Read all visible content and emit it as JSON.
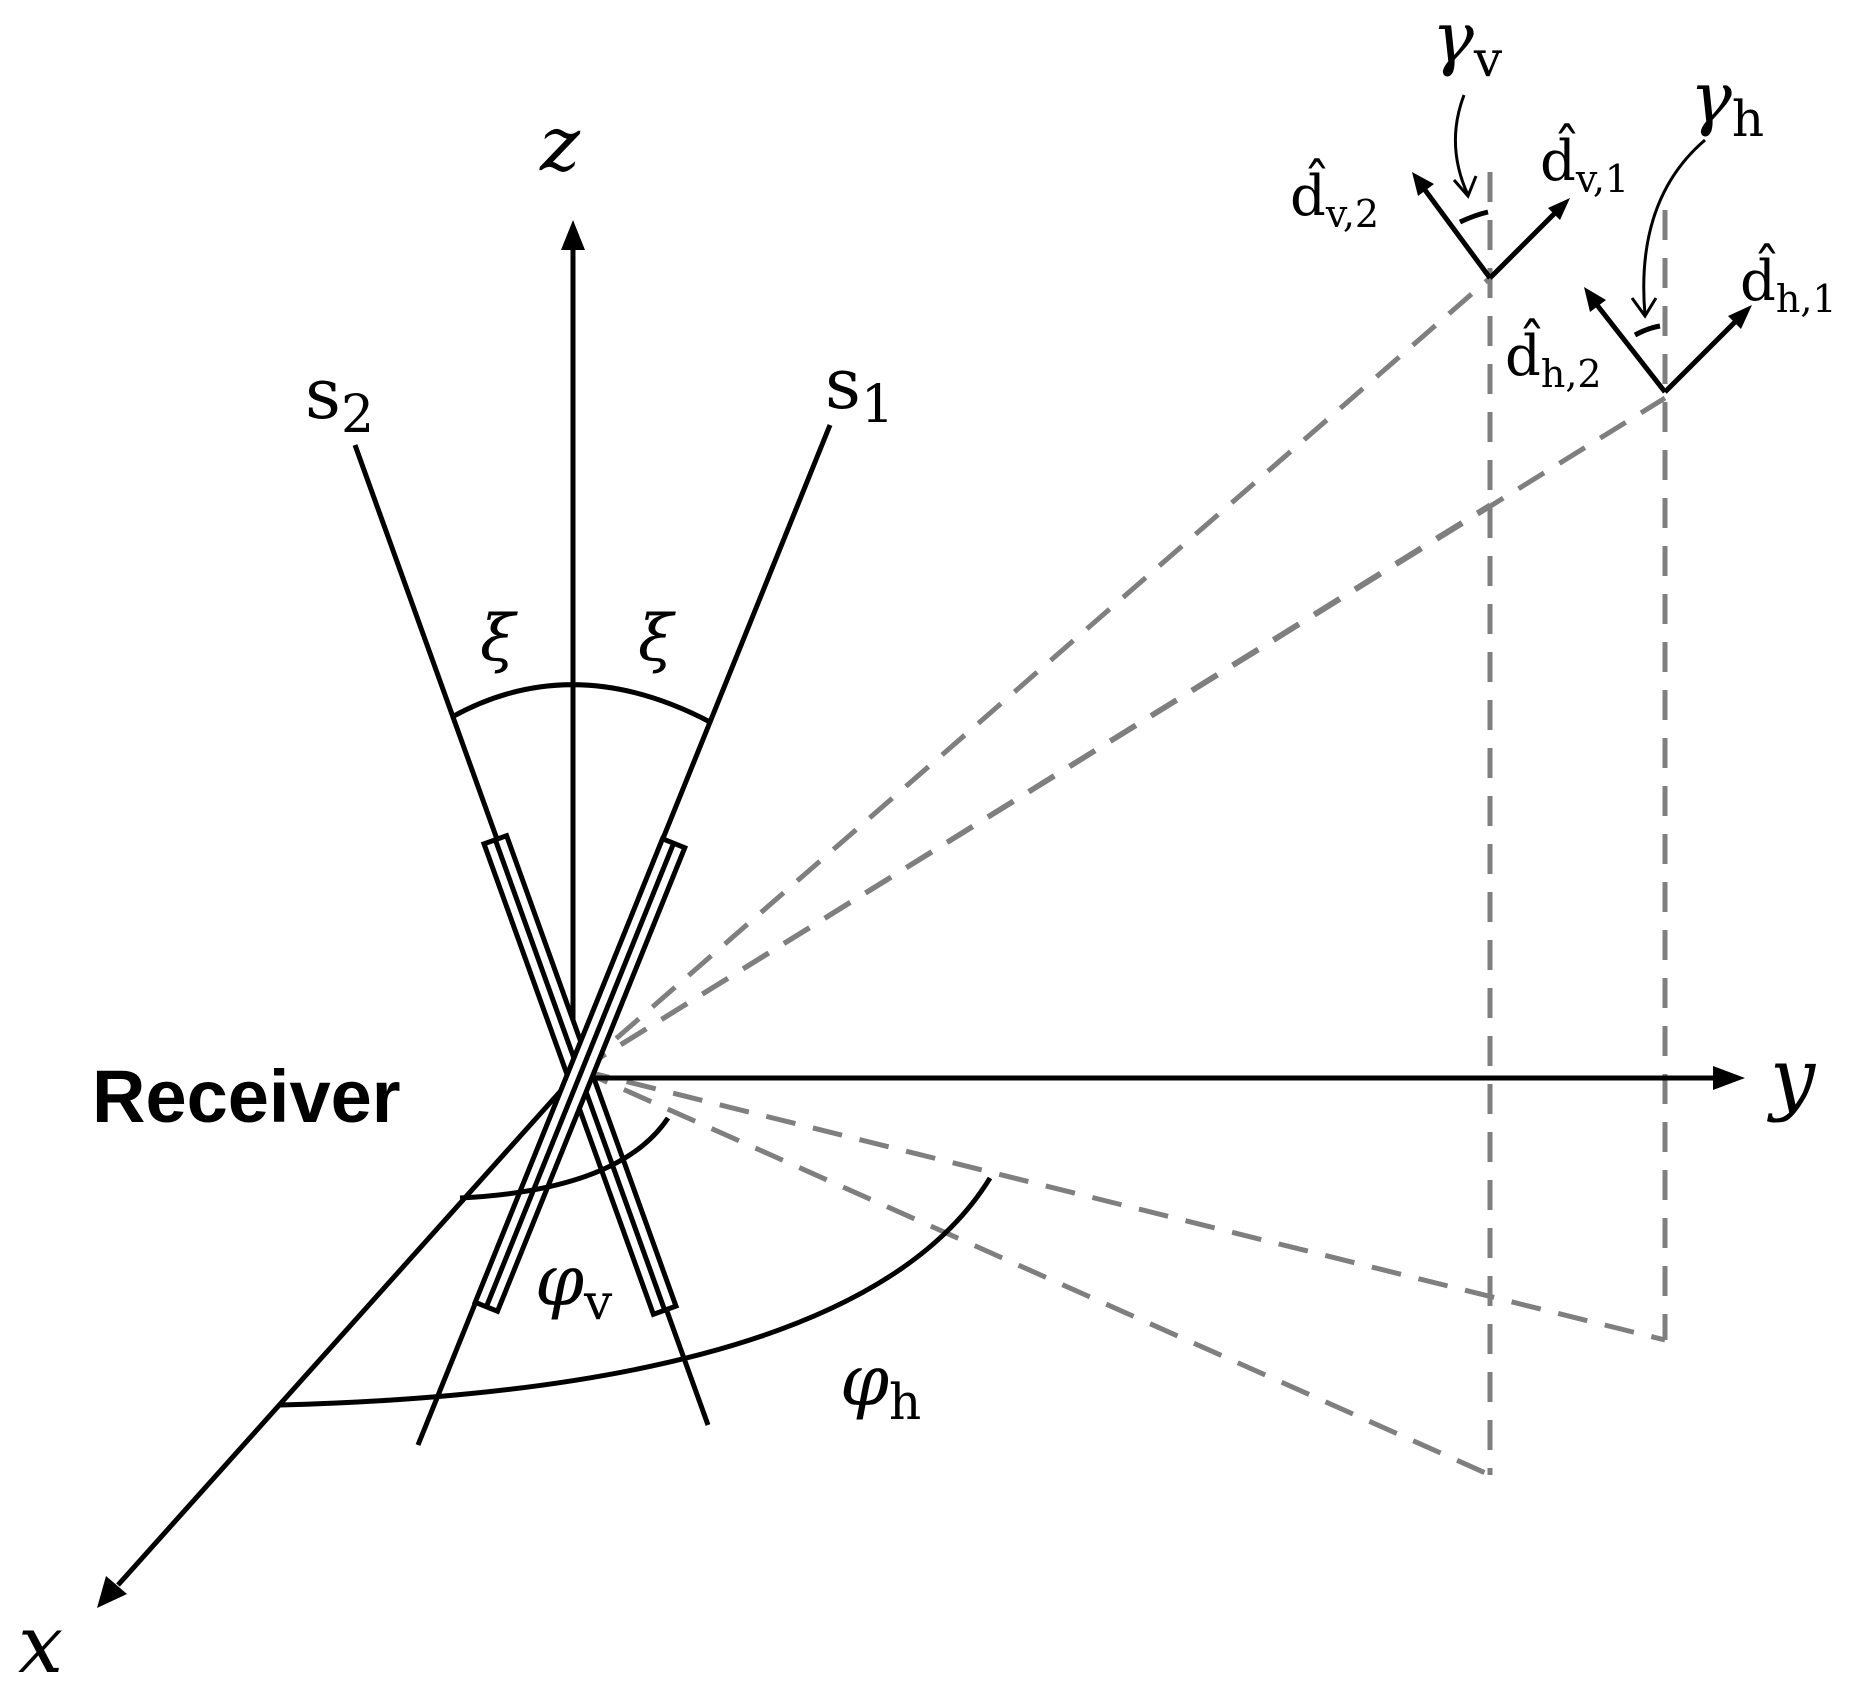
{
  "labels": {
    "receiver": "Receiver",
    "axis_x": "x",
    "axis_y": "y",
    "axis_z": "z",
    "s1_base": "s",
    "s1_sub": "1",
    "s2_base": "s",
    "s2_sub": "2",
    "xi": "ξ",
    "phi": "φ",
    "sub_v": "v",
    "sub_h": "h",
    "gamma": "γ",
    "d_hat": "d̂",
    "sub_v1": "v,1",
    "sub_v2": "v,2",
    "sub_h1": "h,1",
    "sub_h2": "h,2"
  },
  "colors": {
    "solid": "#000000",
    "dashed": "#7f7f7f",
    "background": "#ffffff"
  }
}
